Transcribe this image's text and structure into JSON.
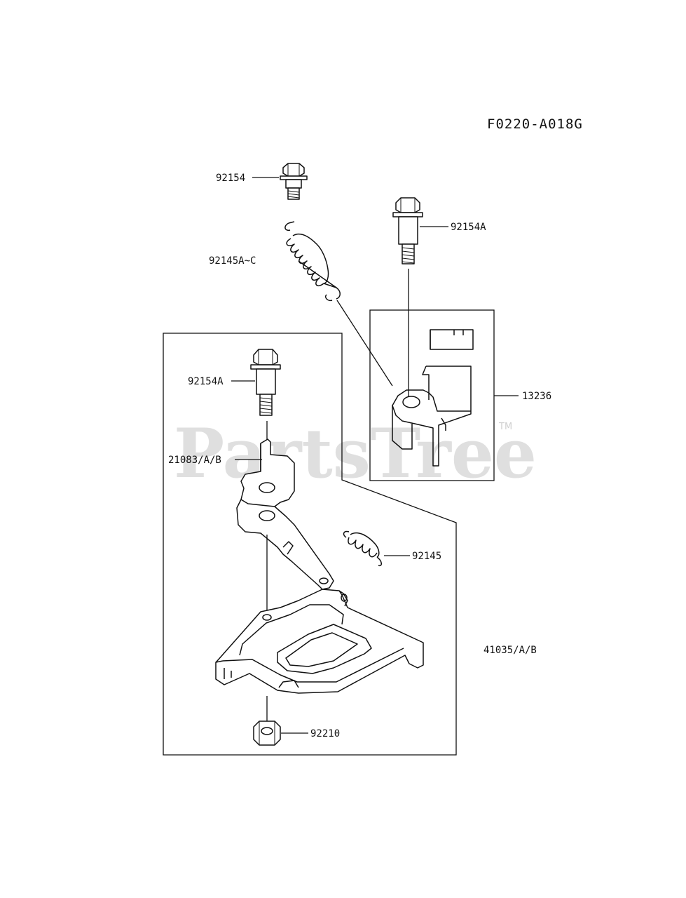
{
  "diagram": {
    "reference_code": "F0220-A018G",
    "watermark": "PartsTree",
    "watermark_tm": "TM",
    "labels": {
      "p_92154": "92154",
      "p_92154A_top": "92154A",
      "p_92145A_C": "92145A~C",
      "p_13236": "13236",
      "p_92154A_mid": "92154A",
      "p_21083": "21083/A/B",
      "p_92145": "92145",
      "p_41035": "41035/A/B",
      "p_92210": "92210"
    }
  }
}
